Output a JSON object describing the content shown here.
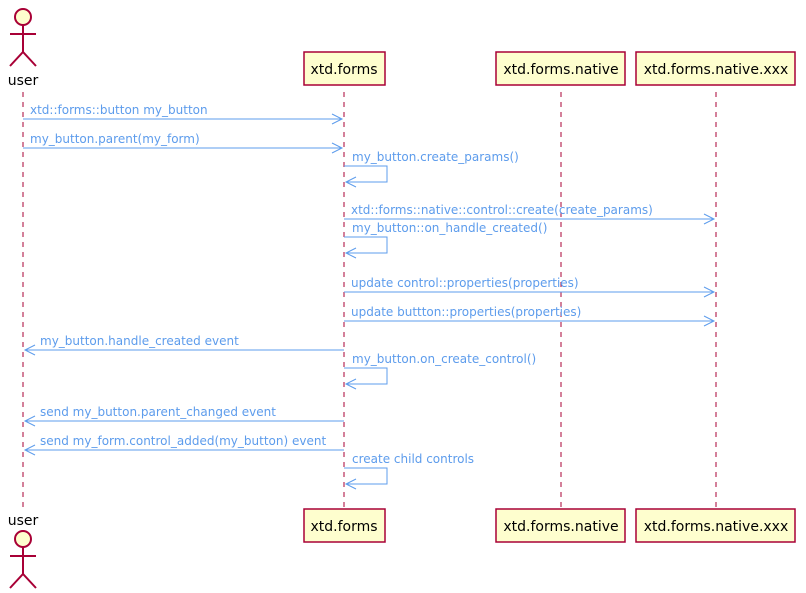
{
  "actor": {
    "label": "user"
  },
  "participants": [
    {
      "label": "xtd.forms"
    },
    {
      "label": "xtd.forms.native"
    },
    {
      "label": "xtd.forms.native.xxx"
    }
  ],
  "messages": [
    {
      "from": 0,
      "to": 1,
      "text": "xtd::forms::button my_button"
    },
    {
      "from": 0,
      "to": 1,
      "text": "my_button.parent(my_form)"
    },
    {
      "from": 1,
      "to": 1,
      "text": "my_button.create_params()"
    },
    {
      "from": 1,
      "to": 3,
      "text": "xtd::forms::native::control::create(create_params)"
    },
    {
      "from": 1,
      "to": 1,
      "text": "my_button::on_handle_created()"
    },
    {
      "from": 1,
      "to": 3,
      "text": "update control::properties(properties)"
    },
    {
      "from": 1,
      "to": 3,
      "text": "update buttton::properties(properties)"
    },
    {
      "from": 1,
      "to": 0,
      "text": "my_button.handle_created event"
    },
    {
      "from": 1,
      "to": 1,
      "text": "my_button.on_create_control()"
    },
    {
      "from": 1,
      "to": 0,
      "text": "send my_button.parent_changed event"
    },
    {
      "from": 1,
      "to": 0,
      "text": "send my_form.control_added(my_button) event"
    },
    {
      "from": 1,
      "to": 1,
      "text": "create child controls"
    }
  ],
  "colors": {
    "lifeline": "#A80036",
    "participant_fill": "#FEFECE",
    "message": "#5D9CEC"
  }
}
